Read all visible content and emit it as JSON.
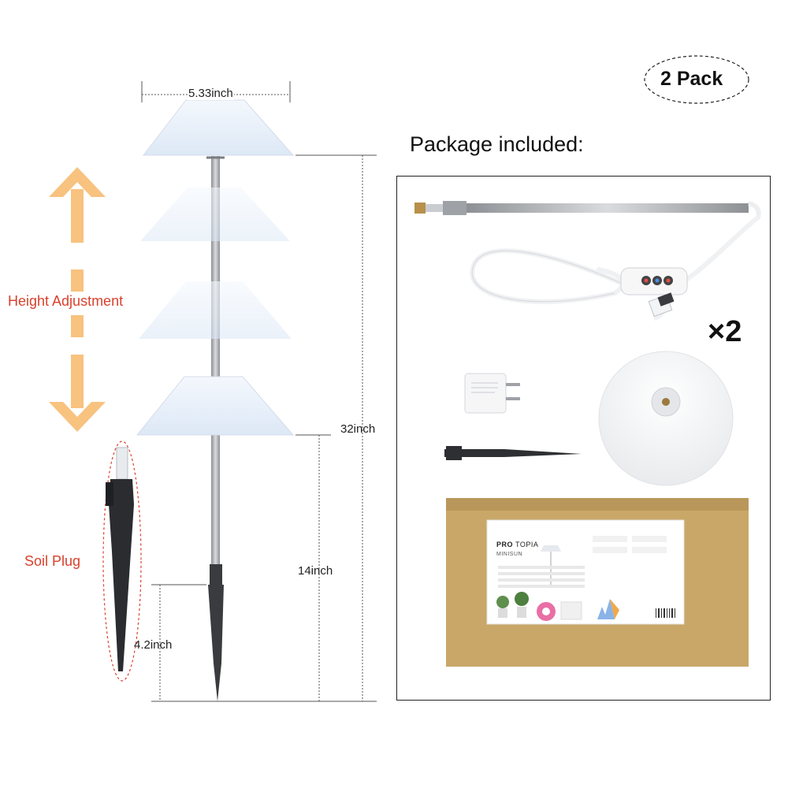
{
  "badge": {
    "label": "2 Pack"
  },
  "package": {
    "title": "Package included:",
    "quantity": "×2",
    "box": {
      "brand_prefix": "PRO",
      "brand_suffix": "TOPIA",
      "product": "MINISUN"
    }
  },
  "labels": {
    "height_adjustment": "Height Adjustment",
    "soil_plug": "Soil Plug"
  },
  "dimensions": {
    "shade_width": "5.33inch",
    "total_height": "32inch",
    "stand_height": "14inch",
    "plug_height": "4.2inch"
  },
  "colors": {
    "accent_red": "#d9412c",
    "arrow_orange": "#f8c27f",
    "shade": "#e6eef8",
    "pole": "#a7a9ad",
    "stake": "#3a3b3e",
    "kraft": "#c9a768"
  }
}
